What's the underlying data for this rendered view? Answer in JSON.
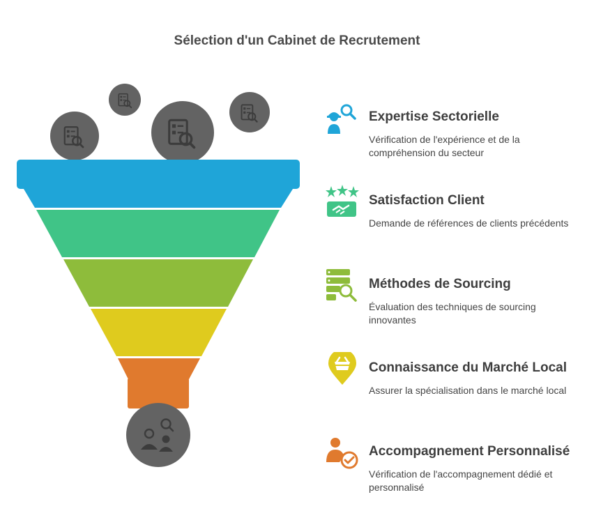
{
  "title": "Sélection d'un Cabinet de Recrutement",
  "colors": {
    "blue": "#1fa5d8",
    "green": "#40c487",
    "olive": "#8ebc3b",
    "yellow": "#dfcb1e",
    "orange": "#e07a2e",
    "circle_gray": "#636363"
  },
  "items": [
    {
      "heading": "Expertise Sectorielle",
      "description": "Vérification de l'expérience et de la compréhension du secteur",
      "icon": "worker-search-icon",
      "color": "#1fa5d8"
    },
    {
      "heading": "Satisfaction Client",
      "description": "Demande de références de clients précédents",
      "icon": "stars-handshake-icon",
      "color": "#40c487"
    },
    {
      "heading": "Méthodes de Sourcing",
      "description": "Évaluation des techniques de sourcing innovantes",
      "icon": "server-search-icon",
      "color": "#8ebc3b"
    },
    {
      "heading": "Connaissance du Marché Local",
      "description": "Assurer la spécialisation dans le marché local",
      "icon": "market-pin-icon",
      "color": "#dfcb1e"
    },
    {
      "heading": "Accompagnement Personnalisé",
      "description": "Vérification de l'accompagnement dédié et personnalisé",
      "icon": "person-check-icon",
      "color": "#e07a2e"
    }
  ]
}
